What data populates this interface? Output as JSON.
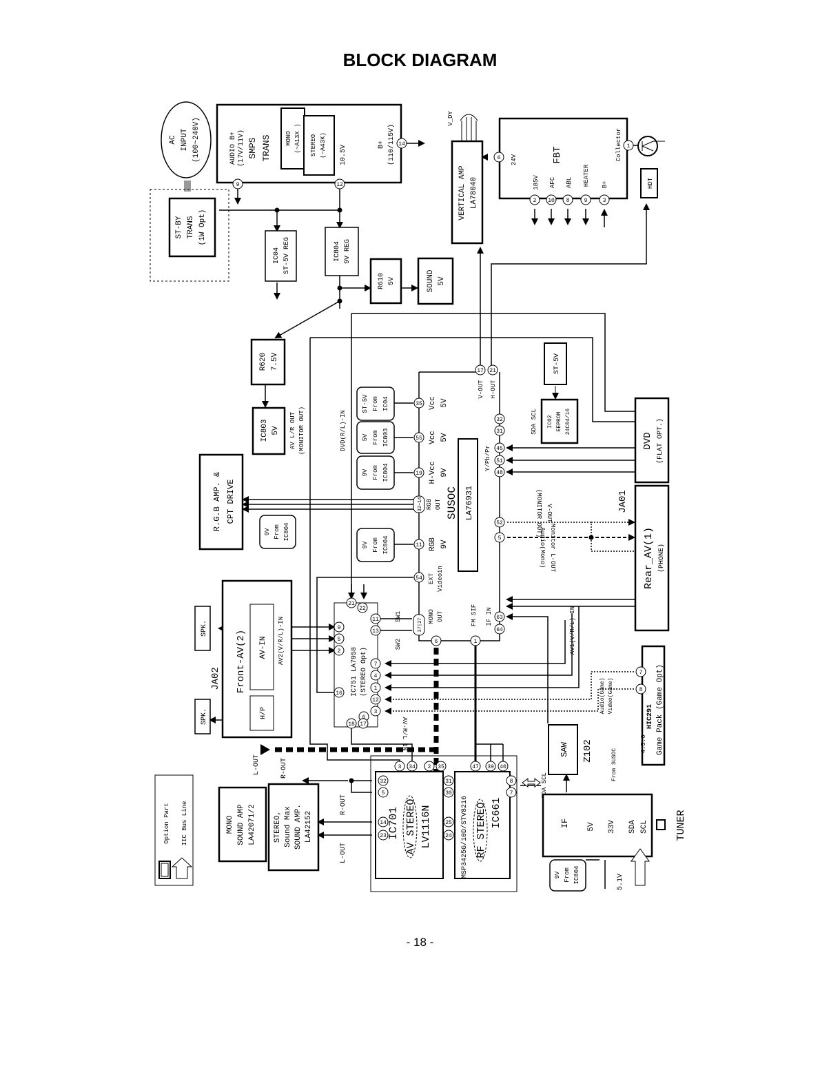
{
  "page": {
    "title": "BLOCK DIAGRAM",
    "page_number": "- 18 -"
  },
  "blocks": {
    "ac_input": {
      "l1": "AC",
      "l2": "INPUT",
      "l3": "(100~240V)"
    },
    "st_by_trans": {
      "l1": "ST-BY",
      "l2": "TRANS",
      "l3": "(1W Opt)"
    },
    "smps": {
      "l1": "AUDIO B+",
      "l2": "(17V/11V)",
      "l3": "SMPS",
      "l4": "TRANS",
      "mono1": "MONO",
      "mono2": "(~A13X )",
      "stereo1": "STEREO",
      "stereo2": "(~A43K)",
      "v105": "10.5V",
      "bplus1": "B+",
      "bplus2": "(110/115V)"
    },
    "ic04": {
      "l1": "IC04",
      "l2": "ST-5V REG"
    },
    "ic804": {
      "l1": "IC804",
      "l2": "9V REG"
    },
    "r610": {
      "l1": "R610",
      "l2": "5V"
    },
    "sound5v": {
      "l1": "SOUND",
      "l2": "5V"
    },
    "vertical_amp": {
      "l1": "VERTICAL AMP",
      "l2": "LA78040",
      "vdy": "V_DY"
    },
    "fbt": {
      "title": "FBT",
      "v24": "24V",
      "v185": "185V",
      "afc": "AFC",
      "abl": "ABL",
      "heater": "HEATER",
      "bplus": "B+",
      "collector": "Collector"
    },
    "hdt": "HDT",
    "r620": {
      "l1": "R620",
      "l2": "7.5V"
    },
    "ic803": {
      "l1": "IC803",
      "l2": "5V"
    },
    "rgb_amp": {
      "l1": "R.G.B AMP. &",
      "l2": "CPT DRIVE"
    },
    "st5v_top": "ST-5V",
    "ic02": {
      "l1": "IC02",
      "l2": "EEPROM",
      "l3": "24C04/16"
    },
    "dvd": {
      "l1": "DVD",
      "l2": "(FLAT OPT.)"
    },
    "rear_av": {
      "l1": "Rear_AV(1)",
      "l2": "(PHONE)",
      "ja01": "JA01"
    },
    "susoc": {
      "l1": "SUSOC",
      "l2": "LA76931"
    },
    "from_boxes": {
      "st5v_ic04": {
        "l1": "ST-5V",
        "l2": "From",
        "l3": "IC04"
      },
      "v5_ic803": {
        "l1": "5V",
        "l2": "From",
        "l3": "IC803"
      },
      "v9_ic804_a": {
        "l1": "9V",
        "l2": "From",
        "l3": "IC804"
      },
      "v9_ic804_b": {
        "l1": "9V",
        "l2": "From",
        "l3": "IC804"
      },
      "v9_rgb": {
        "l1": "9V",
        "l2": "From",
        "l3": "IC804"
      },
      "v9_tuner": {
        "l1": "9V",
        "l2": "From",
        "l3": "IC804"
      }
    },
    "pins_labels": {
      "vcc_st": {
        "l1": "Vcc",
        "l2": "5V"
      },
      "vcc_5v": {
        "l1": "Vcc",
        "l2": "5V"
      },
      "hvcc": {
        "l1": "H-Vcc",
        "l2": "9V"
      },
      "rgb_out": {
        "l1": "RGB",
        "l2": "OUT"
      },
      "rgb_9v": {
        "l1": "RGB",
        "l2": "9V"
      },
      "ext_video": {
        "l1": "EXT",
        "l2": "Videoin"
      },
      "mono_out": {
        "l1": "MONO",
        "l2": "OUT"
      },
      "fm_sif": "FM SIF",
      "if_in": "IF IN",
      "vout": "V-OUT",
      "hout": "H-OUT",
      "sda_scl": "SDA SCL",
      "ypbpr": "Y/Pb/Pr",
      "sw1": "SW1",
      "sw2": "SW2"
    },
    "ic751": {
      "l1": "IC751 LA7958",
      "l2": "(STEREO Opt)"
    },
    "front_av": {
      "l1": "Front-AV(2)",
      "ja02": "JA02",
      "avin": "AV-IN",
      "hp": "H/P",
      "av2": "AV2(V/R/L)-IN"
    },
    "spk1": "SPK.",
    "spk2": "SPK.",
    "mono_amp": {
      "l1": "MONO",
      "l2": "SOUND AMP",
      "l3": "LA42071/2"
    },
    "stereo_amp": {
      "l1": "STEREO,",
      "l2": "Sound Max",
      "l3": "SOUND AMP.",
      "l4": "LA42152"
    },
    "ic701": {
      "l1": "IC701",
      "l2": "AV STEREO",
      "l3": "LV1116N"
    },
    "ic661": {
      "l1": "IC661",
      "l2": "RF STEREO",
      "l3": "MSP3425G/10D/STV8216"
    },
    "saw": {
      "l1": "SAW",
      "z102": "Z102"
    },
    "tuner": {
      "title": "TUNER",
      "if": "IF",
      "v5": "5V",
      "v33": "33V",
      "sda": "SDA",
      "scl": "SCL",
      "v51": "5.1V"
    },
    "hic291": {
      "l1": "HIC291",
      "l2": "Game Pack (Game Opt)",
      "pins": "4.5.6",
      "audio": "Audio(Game)",
      "video": "Video(Game)",
      "from": "From SUSOC"
    },
    "legend": {
      "option": "Option Part",
      "iic": "IIC Bus Line"
    },
    "signals": {
      "av_lr_out": "AV L/R OUT",
      "monitor_out": "(MONITOR OUT)",
      "dvd_rl_in": "DVD(R/L)-IN",
      "v_out_mon": "V-OUT",
      "mon_out2": "(MONITOR OUT)",
      "monitor_lout": "Monitor L-OUT",
      "audio_mono": "Audio(Mono)",
      "av1_in": "AV1(V/R/L)-IN",
      "av_rl_in": "AV-R/L IN",
      "lout": "L-OUT",
      "rout": "R-OUT",
      "rout2": "R-OUT",
      "lout2": "L-OUT",
      "sda_scl_661": "SDA SCL"
    },
    "pin_numbers": {
      "p9": "9",
      "p12": "12",
      "p14": "14",
      "p6": "6",
      "p1": "1",
      "p2": "2",
      "p10": "10",
      "p8": "8",
      "p9b": "9",
      "p3": "3",
      "p35": "35",
      "p55": "55",
      "p19": "19",
      "p3214": "32~14",
      "p11": "11",
      "p54": "54",
      "p3727": "37|27",
      "p6b": "6",
      "p1b": "1",
      "p63": "63",
      "p64": "64",
      "p17": "17",
      "p21": "21",
      "p32": "32",
      "p31": "31",
      "p45": "45",
      "p51": "51",
      "p48": "48",
      "p52": "52",
      "p5": "5",
      "ic751_a": "21",
      "ic751_b": "22",
      "ic751_c": "13",
      "ic751_d": "11",
      "ic751_e": "9",
      "ic751_f": "5",
      "ic751_g": "2",
      "ic751_h": "16",
      "ic751_i": "7",
      "ic751_j": "4",
      "ic751_k": "1",
      "ic751_l": "12",
      "ic751_m": "3",
      "ic751_n": "6",
      "ic751_o": "18",
      "ic751_p": "17",
      "ic701_a": "3",
      "ic701_b": "34",
      "ic701_c": "2",
      "ic701_d": "35",
      "ic701_e": "32",
      "ic701_f": "5",
      "ic701_g": "14",
      "ic701_h": "23",
      "ic701_i": "30",
      "ic701_j": "31",
      "ic701_k": "24",
      "ic701_l": "25",
      "ic661_a": "47",
      "ic661_b": "39",
      "ic661_c": "40",
      "ic661_d": "7",
      "ic661_e": "8",
      "game_a": "8",
      "game_b": "7"
    }
  }
}
